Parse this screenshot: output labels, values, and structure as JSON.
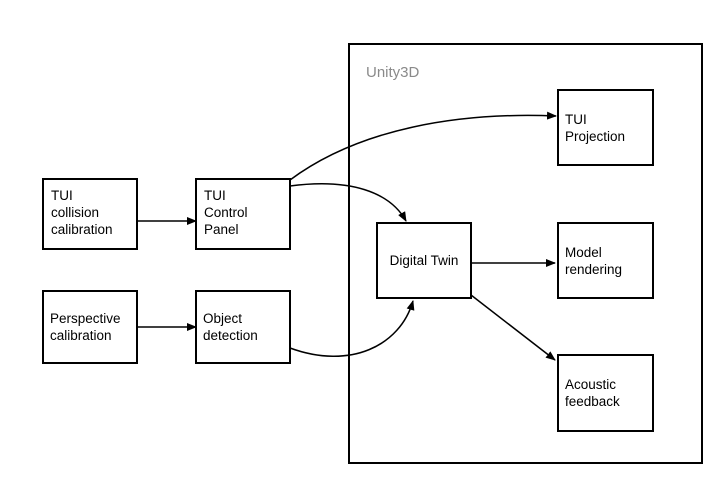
{
  "container": {
    "title": "Unity3D"
  },
  "nodes": {
    "tui_collision_calibration": "TUI\ncollision\ncalibration",
    "perspective_calibration": "Perspective\ncalibration",
    "tui_control_panel": "TUI\nControl\nPanel",
    "object_detection": "Object\ndetection",
    "digital_twin": "Digital Twin",
    "tui_projection": "TUI\nProjection",
    "model_rendering": "Model\nrendering",
    "acoustic_feedback": "Acoustic\nfeedback"
  },
  "edges": [
    {
      "from": "tui_collision_calibration",
      "to": "tui_control_panel"
    },
    {
      "from": "perspective_calibration",
      "to": "object_detection"
    },
    {
      "from": "tui_control_panel",
      "to": "tui_projection"
    },
    {
      "from": "tui_control_panel",
      "to": "digital_twin"
    },
    {
      "from": "object_detection",
      "to": "digital_twin"
    },
    {
      "from": "digital_twin",
      "to": "model_rendering"
    },
    {
      "from": "digital_twin",
      "to": "acoustic_feedback"
    }
  ]
}
